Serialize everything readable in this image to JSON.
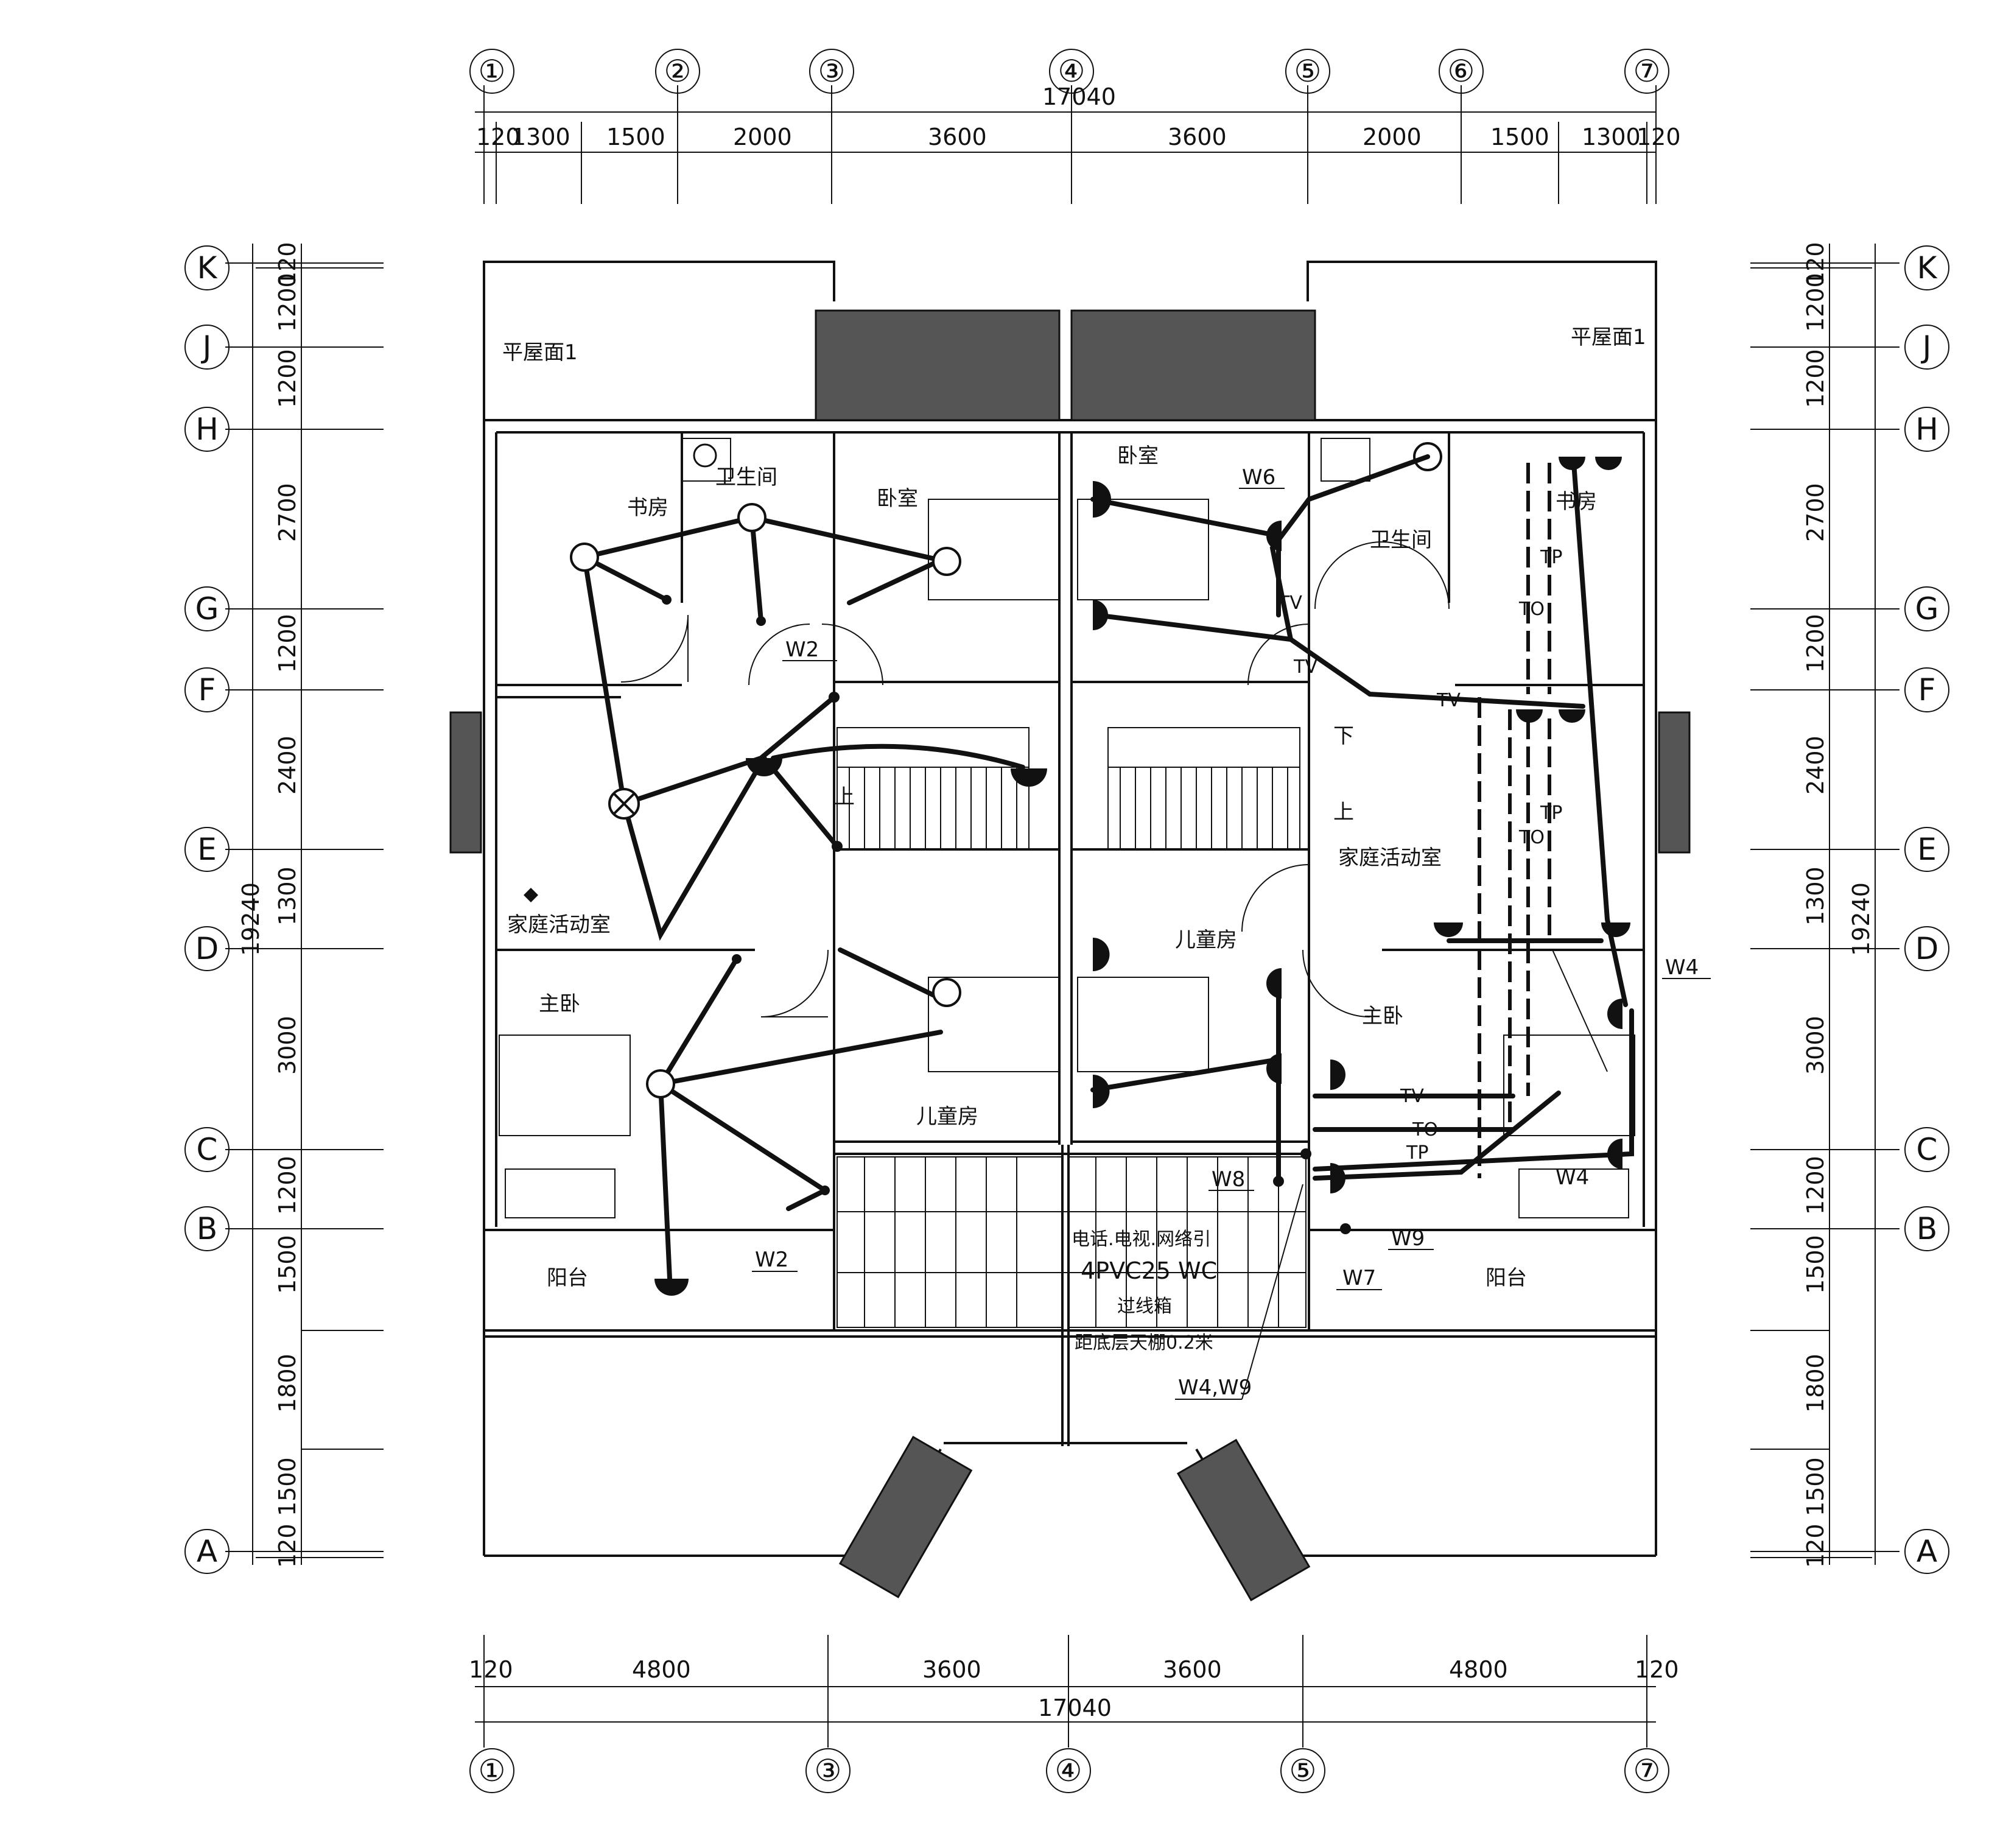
{
  "axes": {
    "columns_top": [
      "①",
      "②",
      "③",
      "④",
      "⑤",
      "⑥",
      "⑦"
    ],
    "columns_bottom": [
      "①",
      "③",
      "④",
      "⑤",
      "⑦"
    ],
    "rows": [
      "K",
      "J",
      "H",
      "G",
      "F",
      "E",
      "D",
      "C",
      "B",
      "A"
    ]
  },
  "dimensions": {
    "top_total": "17040",
    "top_segments": [
      "120",
      "1300",
      "1500",
      "2000",
      "3600",
      "3600",
      "2000",
      "1500",
      "1300",
      "120"
    ],
    "bottom_total": "17040",
    "bottom_segments": [
      "120",
      "4800",
      "3600",
      "3600",
      "4800",
      "120"
    ],
    "side_total": "19240",
    "side_segments": [
      "120",
      "1200",
      "1200",
      "2700",
      "1200",
      "2400",
      "1300",
      "3000",
      "1200",
      "1500",
      "1800",
      "1500",
      "120"
    ]
  },
  "rooms": {
    "roof_left": "平屋面1",
    "roof_right": "平屋面1",
    "study_left": "书房",
    "bath_left": "卫生间",
    "bedroom_left": "卧室",
    "bedroom_right": "卧室",
    "bath_right": "卫生间",
    "study_right": "书房",
    "family_left": "家庭活动室",
    "family_right": "家庭活动室",
    "stair_down": "下",
    "stair_up_right": "上",
    "stair_up_left": "上",
    "master_left": "主卧",
    "master_right": "主卧",
    "kids_left": "儿童房",
    "kids_right": "儿童房",
    "balcony_left": "阳台",
    "balcony_right": "阳台"
  },
  "notes": {
    "cable_note": "电话.电视.网络引",
    "conduit": "4PVC25 WC",
    "junction_box": "过线箱",
    "height_note": "距底层天棚0.2米"
  },
  "circuit_labels": {
    "w2_upper": "W2",
    "w2_lower": "W2",
    "w6": "W6",
    "w4_right": "W4",
    "w4_inner": "W4",
    "w8": "W8",
    "w7": "W7",
    "w9": "W9",
    "w4w9": "W4,W9"
  },
  "weak_current_tags": [
    "TV",
    "TO",
    "TP"
  ]
}
